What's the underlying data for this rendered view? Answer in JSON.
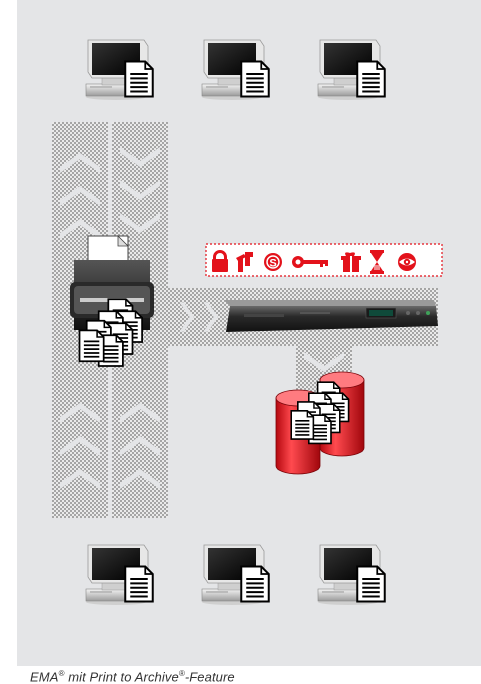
{
  "caption": {
    "prefix": "EMA",
    "reg1": "®",
    "middle": " mit Print to Archive",
    "reg2": "®",
    "suffix": "-Feature"
  },
  "feature_icons": [
    "lock-icon",
    "handshake-icon",
    "coin-icon",
    "key-icon",
    "gift-icon",
    "hourglass-icon",
    "eye-icon"
  ],
  "accent_color": "#e3121b",
  "panel_color": "#e4e5e7"
}
